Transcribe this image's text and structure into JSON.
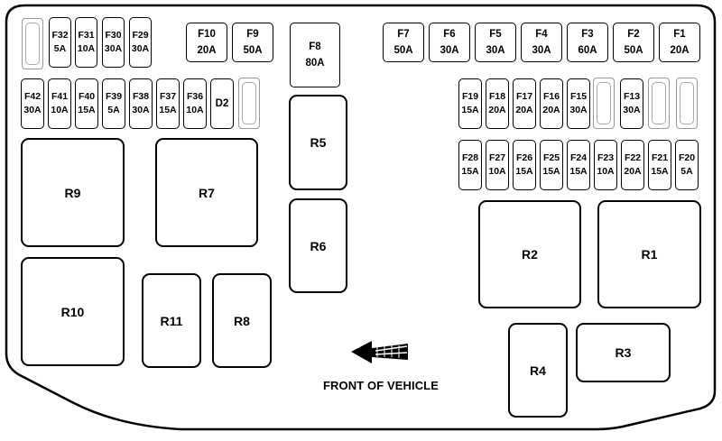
{
  "fuses_top": [
    {
      "id": "F32",
      "amp": "5A"
    },
    {
      "id": "F31",
      "amp": "10A"
    },
    {
      "id": "F30",
      "amp": "30A"
    },
    {
      "id": "F29",
      "amp": "30A"
    },
    {
      "id": "F10",
      "amp": "20A"
    },
    {
      "id": "F9",
      "amp": "50A"
    },
    {
      "id": "F8",
      "amp": "80A"
    },
    {
      "id": "F7",
      "amp": "50A"
    },
    {
      "id": "F6",
      "amp": "30A"
    },
    {
      "id": "F5",
      "amp": "30A"
    },
    {
      "id": "F4",
      "amp": "30A"
    },
    {
      "id": "F3",
      "amp": "60A"
    },
    {
      "id": "F2",
      "amp": "50A"
    },
    {
      "id": "F1",
      "amp": "20A"
    }
  ],
  "fuses_middle": [
    {
      "id": "F42",
      "amp": "30A"
    },
    {
      "id": "F41",
      "amp": "10A"
    },
    {
      "id": "F40",
      "amp": "15A"
    },
    {
      "id": "F39",
      "amp": "5A"
    },
    {
      "id": "F38",
      "amp": "30A"
    },
    {
      "id": "F37",
      "amp": "15A"
    },
    {
      "id": "F36",
      "amp": "10A"
    },
    {
      "id": "F19",
      "amp": "15A"
    },
    {
      "id": "F18",
      "amp": "20A"
    },
    {
      "id": "F17",
      "amp": "20A"
    },
    {
      "id": "F16",
      "amp": "20A"
    },
    {
      "id": "F15",
      "amp": "30A"
    },
    {
      "id": "F13",
      "amp": "30A"
    }
  ],
  "fuses_lower": [
    {
      "id": "F28",
      "amp": "15A"
    },
    {
      "id": "F27",
      "amp": "10A"
    },
    {
      "id": "F26",
      "amp": "15A"
    },
    {
      "id": "F25",
      "amp": "15A"
    },
    {
      "id": "F24",
      "amp": "15A"
    },
    {
      "id": "F23",
      "amp": "10A"
    },
    {
      "id": "F22",
      "amp": "20A"
    },
    {
      "id": "F21",
      "amp": "15A"
    },
    {
      "id": "F20",
      "amp": "5A"
    }
  ],
  "diode": {
    "id": "D2"
  },
  "relays": [
    {
      "id": "R1"
    },
    {
      "id": "R2"
    },
    {
      "id": "R3"
    },
    {
      "id": "R4"
    },
    {
      "id": "R5"
    },
    {
      "id": "R6"
    },
    {
      "id": "R7"
    },
    {
      "id": "R8"
    },
    {
      "id": "R9"
    },
    {
      "id": "R10"
    },
    {
      "id": "R11"
    }
  ],
  "front_label": "FRONT OF VEHICLE"
}
